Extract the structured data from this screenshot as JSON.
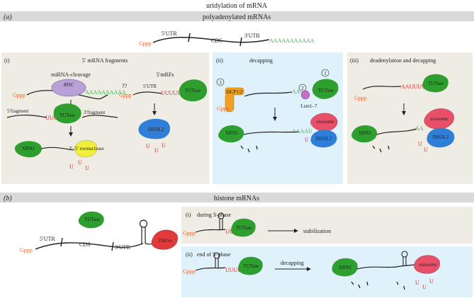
{
  "title": "uridylation of mRNA",
  "section_a": {
    "letter": "(a)",
    "header": "polyadenylated mRNAs",
    "top_mrna": {
      "cap": "Gppp",
      "utr5": "5′UTR",
      "cds": "CDS",
      "utr3": "3′UTR",
      "polya": "AAAAAAAAAAA"
    },
    "panel_i": {
      "label": "(i)",
      "title": "5′ mRNA fragments",
      "sub_left": "miRNA-cleavage",
      "sub_right": "5′mRFs",
      "risc": "RISC",
      "cap": "Gppp",
      "polya": "AAAAAAAAAA",
      "fragment5": "5′fragment",
      "fragment3": "3′fragment",
      "tutase": "TUTase",
      "xrn1": "XRN1",
      "exo": "3′–5′ exonuclease",
      "qq": "??",
      "utr5": "5′UTR",
      "uuu": "UUUUUU",
      "dis3l2": "DIS3L2",
      "u": "U"
    },
    "panel_ii": {
      "label": "(ii)",
      "title": "decapping",
      "dcp": "DCP1/2",
      "cap": "Gppp",
      "lsm": "Lsm1–7",
      "tutase": "TUTase",
      "n1": "1",
      "n2": "2",
      "n3": "3",
      "aau": "AAAAU",
      "xrn1": "XRN1",
      "exosome": "exosome",
      "dis3l2": "DIS3L2",
      "u": "U",
      "aa": "AA"
    },
    "panel_iii": {
      "label": "(iii)",
      "title": "deadenylation and decapping",
      "cap": "Gppp",
      "aauuu": "AAUUUU",
      "tutase": "TUTase",
      "xrn1": "XRN1",
      "exosome": "exosome",
      "dis3l2": "DIS3L2",
      "u": "U",
      "aa": "AA"
    }
  },
  "section_b": {
    "letter": "(b)",
    "header": "histone mRNAs",
    "mrna": {
      "cap": "Gppp",
      "utr5": "5′UTR",
      "cds": "CDS",
      "utr3": "3′UTR",
      "tutase": "TUTase",
      "hexo": "3′hExo"
    },
    "panel_i": {
      "label": "(i)",
      "title": "during S-phase",
      "cap": "Gppp",
      "tutase": "TUTase",
      "result": "stabilization",
      "uu": "UU"
    },
    "panel_ii": {
      "label": "(ii)",
      "title": "end of S-phase",
      "cap": "Gppp",
      "tutase": "TUTase",
      "uuu": "UUUU",
      "decapping": "decapping",
      "xrn1": "XRN1",
      "exosome": "exosome",
      "u": "U"
    }
  },
  "colors": {
    "header_bg": "#d9d9d9",
    "panel_beige": "#efece3",
    "panel_blue": "#dff1fb",
    "tutase": "#2e9e2e",
    "xrn1": "#2e9e2e",
    "risc": "#b9a0d6",
    "exonuclease": "#f2ef3a",
    "dis3l2": "#2f7fd8",
    "exosome": "#e8506a",
    "dcp": "#f0a020",
    "lsm": "#c070c8",
    "hexo": "#e23a3a",
    "cap": "#e06a3a",
    "uridine": "#e02828",
    "polya": "#3cb44b"
  }
}
